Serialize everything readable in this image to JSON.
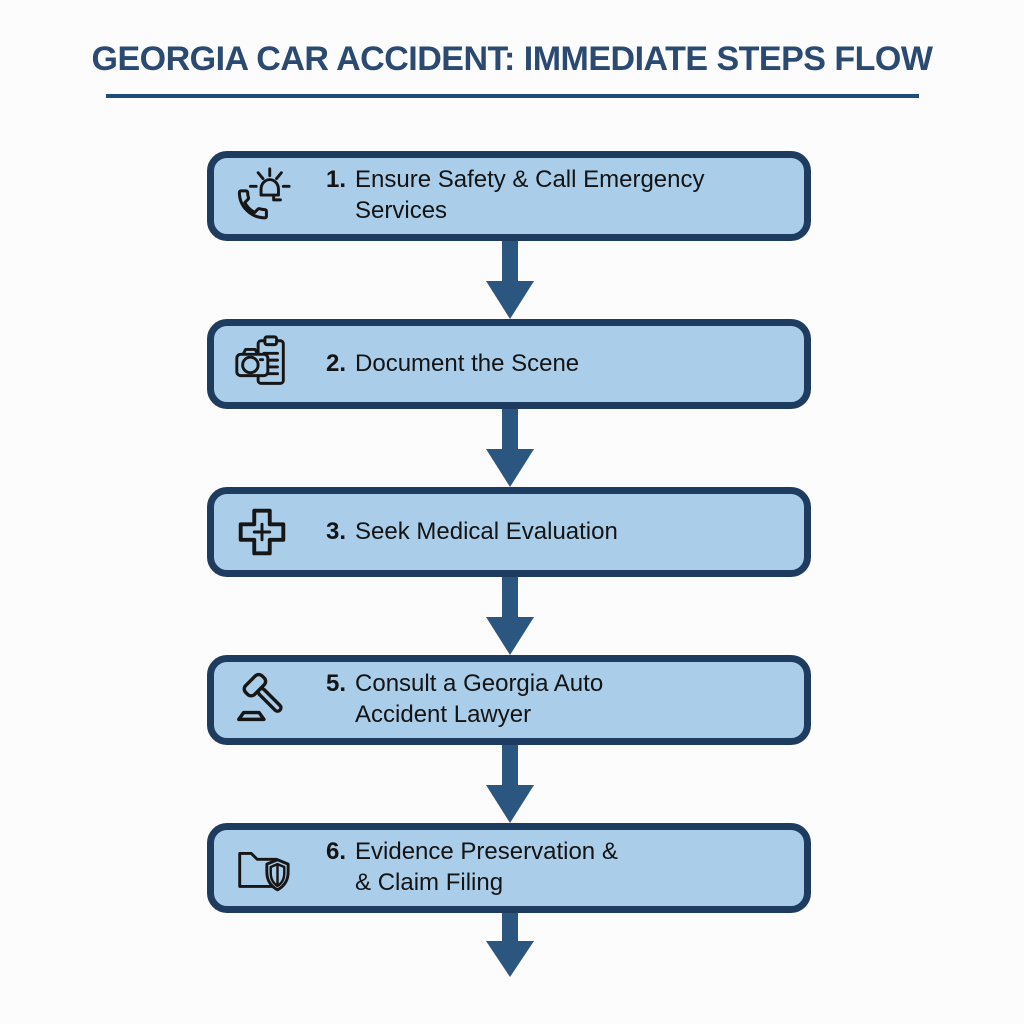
{
  "title": "GEORGIA CAR ACCIDENT: IMMEDIATE STEPS FLOW",
  "colors": {
    "title_text": "#2a4a72",
    "title_rule": "#1f4d79",
    "box_fill": "#aacde9",
    "box_border": "#1e3c60",
    "arrow": "#2b567f",
    "icon_stroke": "#161616",
    "step_text": "#141414",
    "background": "#fcfcfd"
  },
  "steps": [
    {
      "number": "1.",
      "line1": "Ensure Safety & Call Emergency",
      "line2": "Services",
      "icon": "phone-alert-icon"
    },
    {
      "number": "2.",
      "line1": "Document the Scene",
      "line2": "",
      "icon": "camera-clipboard-icon"
    },
    {
      "number": "3.",
      "line1": "Seek Medical Evaluation",
      "line2": "",
      "icon": "medical-cross-icon"
    },
    {
      "number": "5.",
      "line1": "Consult a Georgia Auto",
      "line2": "Accident Lawyer",
      "icon": "gavel-icon"
    },
    {
      "number": "6.",
      "line1": "Evidence Preservation &",
      "line2": "& Claim Filing",
      "icon": "folder-shield-icon"
    }
  ]
}
